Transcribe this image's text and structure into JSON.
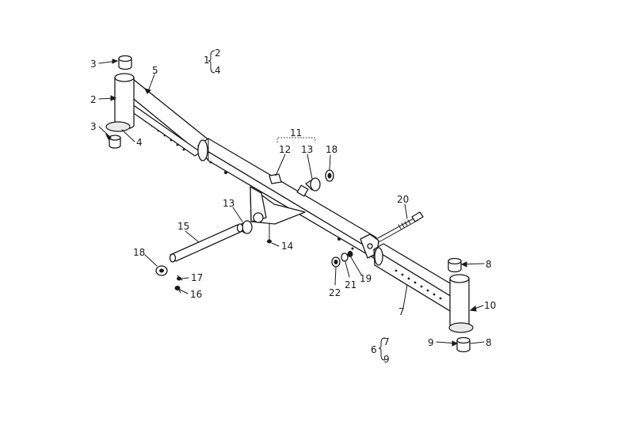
{
  "callouts": {
    "c1": "1",
    "c2_brace_top": "2",
    "c2_brace_bottom": "4",
    "c3_top": "3",
    "c2_left": "2",
    "c3_bottom": "3",
    "c4": "4",
    "c5": "5",
    "c11": "11",
    "c12": "12",
    "c13_right": "13",
    "c18_right": "18",
    "c20": "20",
    "c13_left": "13",
    "c14": "14",
    "c15": "15",
    "c18_left": "18",
    "c17": "17",
    "c16": "16",
    "c22": "22",
    "c21": "21",
    "c19": "19",
    "c7": "7",
    "c8_top": "8",
    "c10": "10",
    "c9": "9",
    "c8_bottom": "8",
    "c6": "6",
    "c6_brace_top": "7",
    "c6_brace_bottom": "9"
  },
  "colors": {
    "ink": "#1a1a1a",
    "paper": "#ffffff"
  }
}
